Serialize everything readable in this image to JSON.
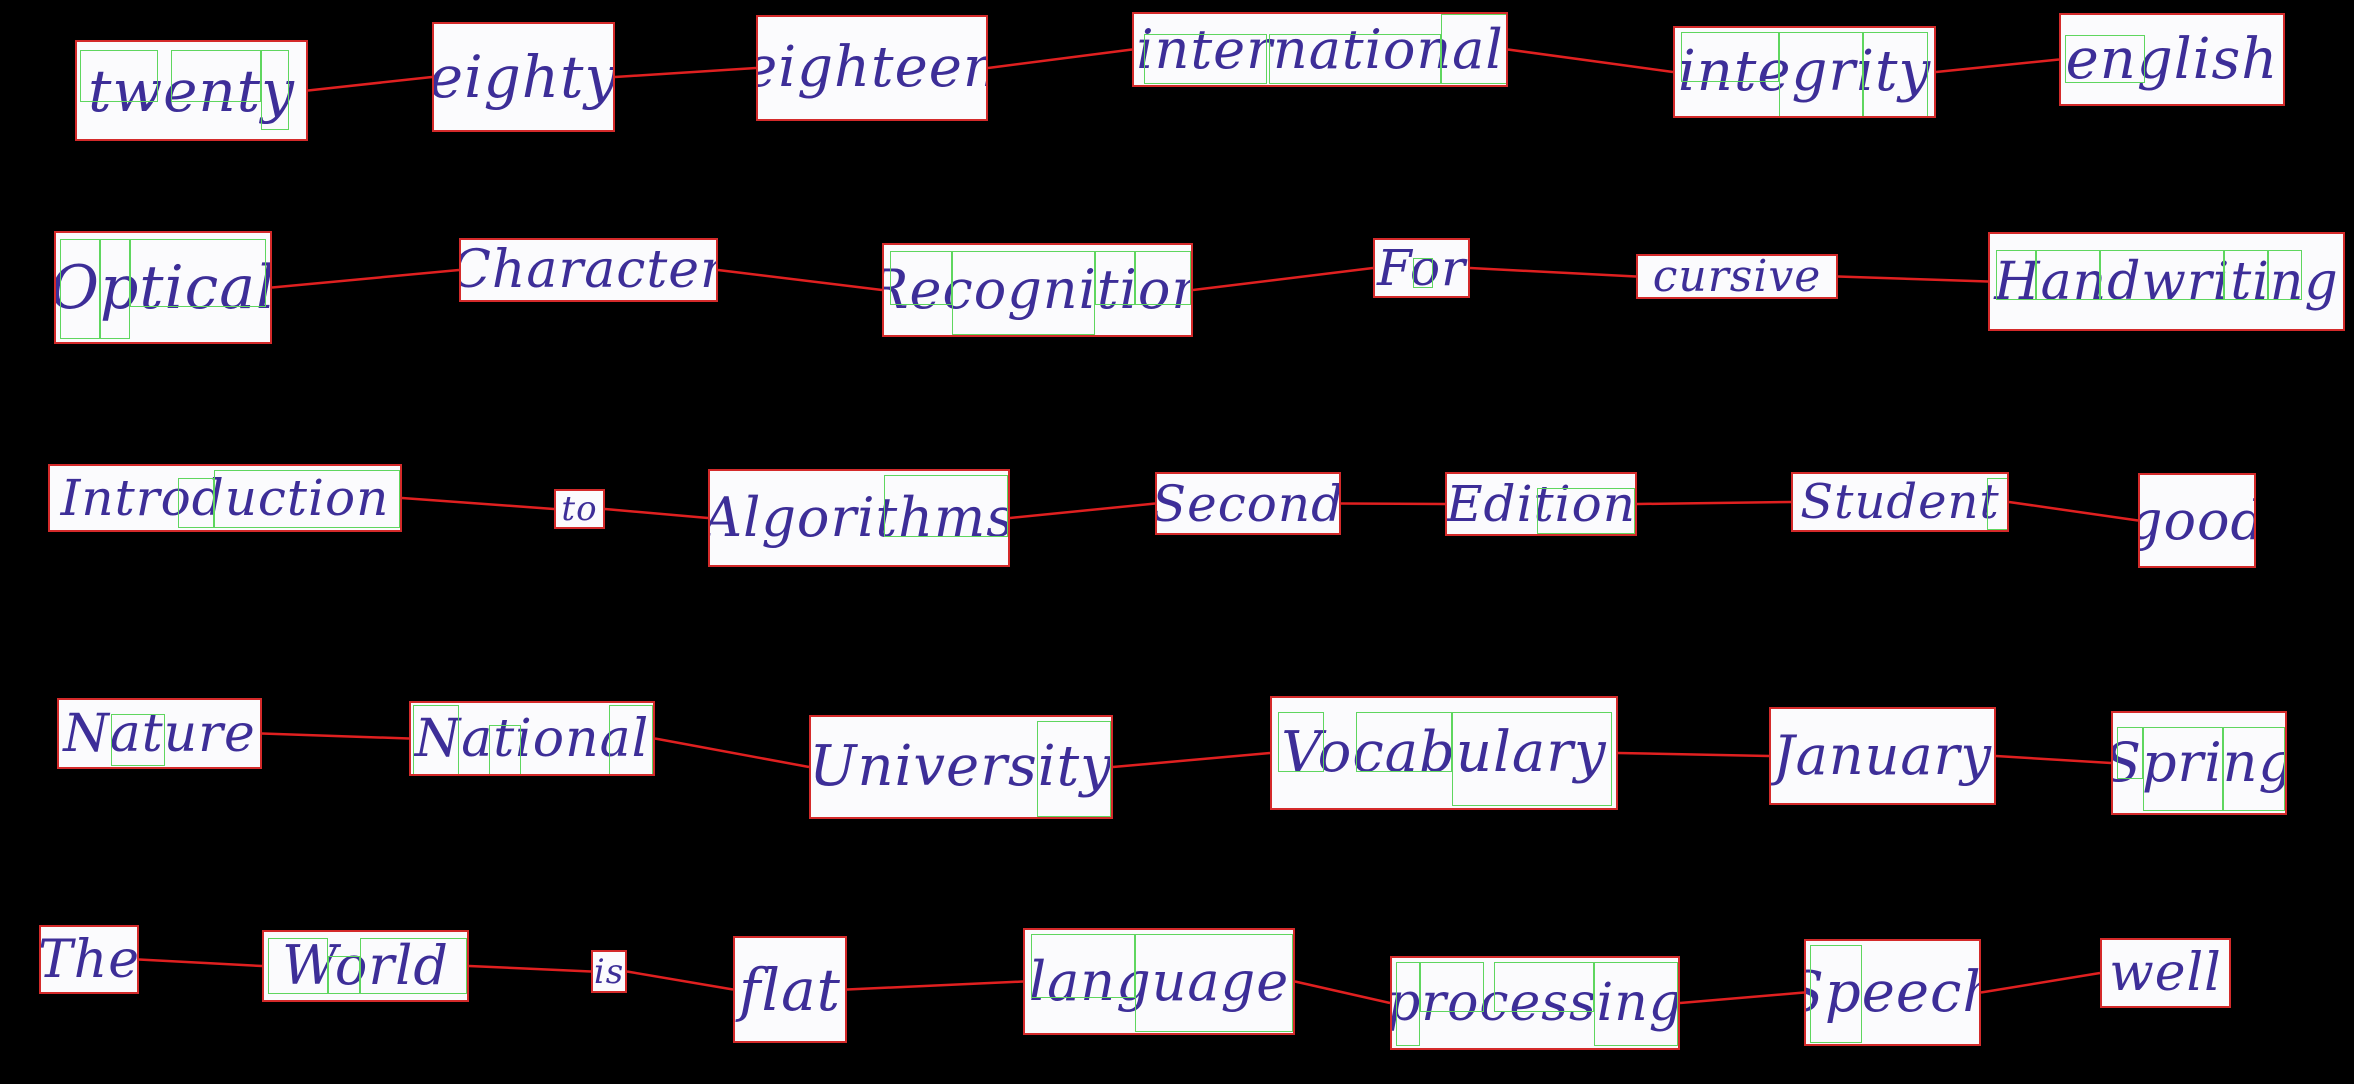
{
  "colors": {
    "background": "#000000",
    "word_box_border": "#d42a2a",
    "word_box_fill": "#fbfbfd",
    "segment_border": "#5fd65f",
    "link_line": "#e02020",
    "ink": "#3d2e98"
  },
  "rows": [
    {
      "words": [
        "twenty",
        "eighty",
        "eighteen",
        "international",
        "integrity",
        "english"
      ]
    },
    {
      "words": [
        "Optical",
        "Character",
        "Recognition",
        "For",
        "cursive",
        "Handwriting"
      ]
    },
    {
      "words": [
        "Introduction",
        "to",
        "Algorithms",
        "Second",
        "Edition",
        "Student",
        "good"
      ]
    },
    {
      "words": [
        "Nature",
        "National",
        "University",
        "Vocabulary",
        "January",
        "Spring"
      ]
    },
    {
      "words": [
        "The",
        "World",
        "is",
        "flat",
        "language",
        "processing",
        "Speech",
        "well"
      ]
    }
  ]
}
